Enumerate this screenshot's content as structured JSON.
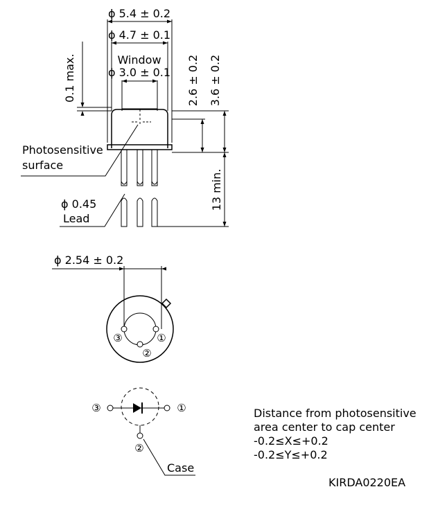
{
  "dimensions": {
    "cap_outer_dia": "ϕ 5.4 ± 0.2",
    "cap_dia": "ϕ 4.7 ± 0.1",
    "window_label": "Window",
    "window_dia": "ϕ 3.0 ± 0.1",
    "window_offset": "0.1 max.",
    "surface_height": "2.6 ± 0.2",
    "total_height": "3.6 ± 0.2",
    "lead_length": "13 min.",
    "lead_dia": "ϕ 0.45",
    "lead_label": "Lead",
    "pitch_dia": "ϕ 2.54 ± 0.2"
  },
  "labels": {
    "photosensitive_line1": "Photosensitive",
    "photosensitive_line2": "surface",
    "pin1": "①",
    "pin2": "②",
    "pin3": "③",
    "case": "Case"
  },
  "note": {
    "line1": "Distance from photosensitive",
    "line2": "area center to cap center",
    "line3": "-0.2≤X≤+0.2",
    "line4": "-0.2≤Y≤+0.2"
  },
  "drawing_code": "KIRDA0220EA"
}
